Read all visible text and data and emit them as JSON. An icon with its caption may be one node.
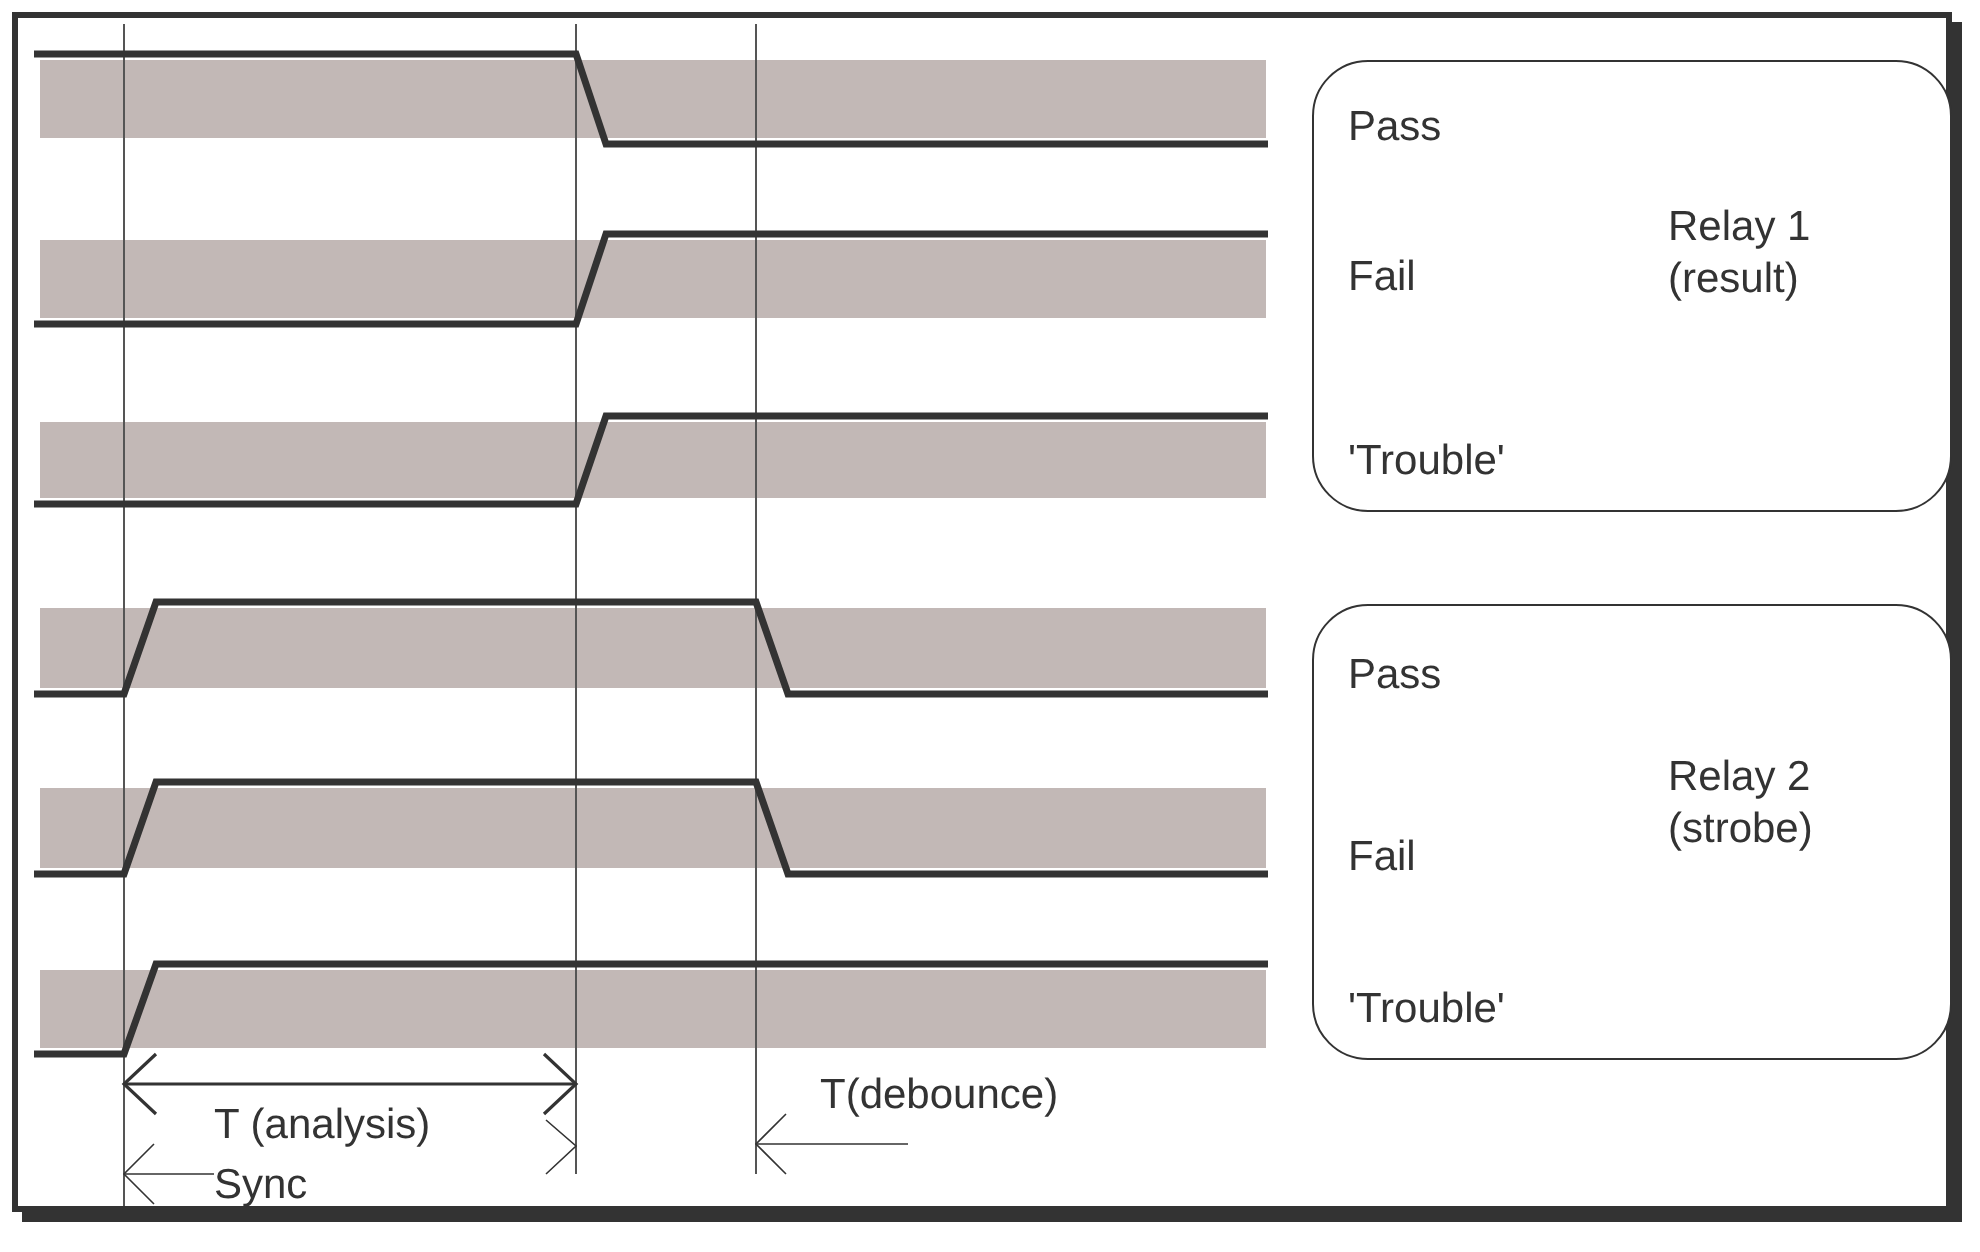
{
  "diagram": {
    "nodes": [
      {
        "text": [
          "Pass",
          "Fail",
          "'Trouble'",
          "Relay 1 (result)"
        ]
      },
      {
        "text": [
          "Pass",
          "Fail",
          "'Trouble'",
          "Relay 2 (strobe)"
        ]
      }
    ],
    "labels": [
      "T (analysis)",
      "T(debounce)",
      "Sync"
    ]
  }
}
